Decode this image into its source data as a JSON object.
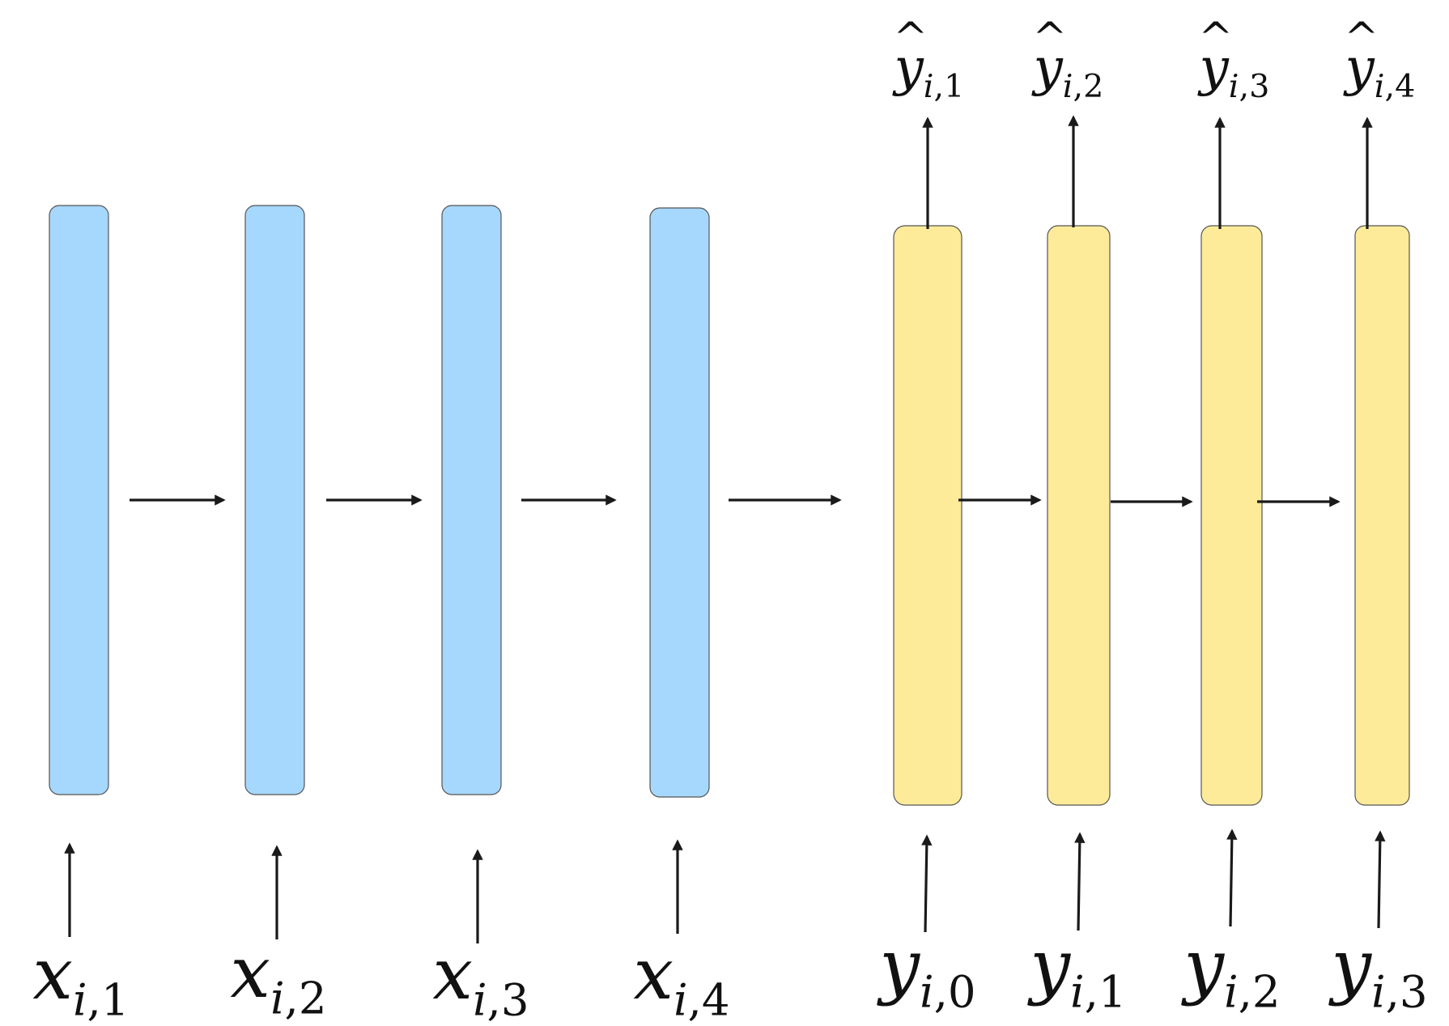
{
  "colors": {
    "encoder_fill": "#a6d7fd",
    "decoder_fill": "#fdeb9a",
    "arrow": "#1a1a1a"
  },
  "encoder_inputs": [
    {
      "base": "x",
      "sub_i": "i",
      "sub_n": ",1"
    },
    {
      "base": "x",
      "sub_i": "i",
      "sub_n": ",2"
    },
    {
      "base": "x",
      "sub_i": "i",
      "sub_n": ",3"
    },
    {
      "base": "x",
      "sub_i": "i",
      "sub_n": ",4"
    }
  ],
  "decoder_inputs": [
    {
      "base": "y",
      "sub_i": "i",
      "sub_n": ",0"
    },
    {
      "base": "y",
      "sub_i": "i",
      "sub_n": ",1"
    },
    {
      "base": "y",
      "sub_i": "i",
      "sub_n": ",2"
    },
    {
      "base": "y",
      "sub_i": "i",
      "sub_n": ",3"
    }
  ],
  "decoder_outputs": [
    {
      "base": "y",
      "hat": "^",
      "sub_i": "i",
      "sub_n": ",1"
    },
    {
      "base": "y",
      "hat": "^",
      "sub_i": "i",
      "sub_n": ",2"
    },
    {
      "base": "y",
      "hat": "^",
      "sub_i": "i",
      "sub_n": ",3"
    },
    {
      "base": "y",
      "hat": "^",
      "sub_i": "i",
      "sub_n": ",4"
    }
  ]
}
